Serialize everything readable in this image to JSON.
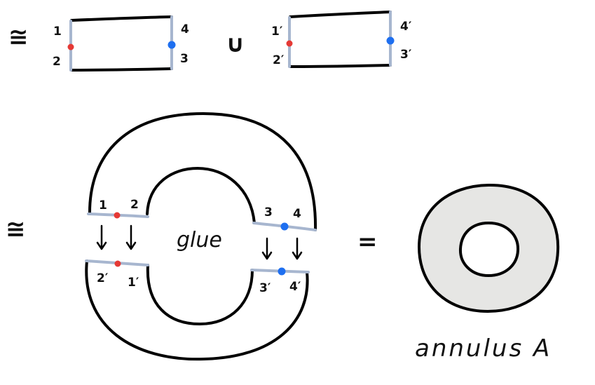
{
  "colors": {
    "ink": "#000000",
    "seam": "#a7b6cf",
    "red_point": "#e53935",
    "blue_point": "#1e6ff0",
    "annulus_fill": "#e6e6e4"
  },
  "row1": {
    "homeo_symbol": "≅",
    "union_symbol": "∪",
    "rect_left_labels": {
      "top_left": "1",
      "bottom_left": "2",
      "top_right": "4",
      "bottom_right": "3"
    },
    "rect_right_labels": {
      "top_left": "1′",
      "bottom_left": "2′",
      "top_right": "4′",
      "bottom_right": "3′"
    }
  },
  "row2": {
    "homeo_symbol": "≅",
    "equals_symbol": "=",
    "glue_label": "glue",
    "upper_left_labels": [
      "1",
      "2"
    ],
    "upper_right_labels": [
      "3",
      "4"
    ],
    "lower_left_labels": [
      "2′",
      "1′"
    ],
    "lower_right_labels": [
      "3′",
      "4′"
    ],
    "annulus_caption": "annulus A"
  }
}
